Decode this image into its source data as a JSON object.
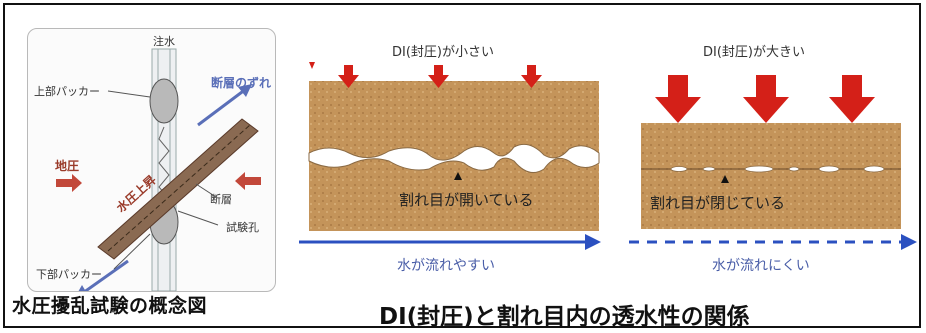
{
  "left_diagram": {
    "caption": "水圧擾乱試験の概念図",
    "labels": {
      "water_injection": "注水",
      "upper_packer": "上部パッカー",
      "fault_slip": "断層のずれ",
      "water_pressure": "地圧",
      "water_pressure_up": "水圧上昇",
      "fault": "断層",
      "test_hole": "試験孔",
      "lower_packer": "下部パッカー"
    }
  },
  "right_diagram": {
    "caption": "DI(封圧)と割れ目内の透水性の関係",
    "small_panel": {
      "title": "DI(封圧)が小さい",
      "crack_label": "割れ目が開いている",
      "flow_label": "水が流れやすい"
    },
    "large_panel": {
      "title": "DI(封圧)が大きい",
      "crack_label": "割れ目が閉じている",
      "flow_label": "水が流れにくい"
    }
  },
  "colors": {
    "rock": "#c4945a",
    "rock_dark": "#9c6a3a",
    "arrow_red": "#d42018",
    "flow_blue": "#2b50c0"
  }
}
